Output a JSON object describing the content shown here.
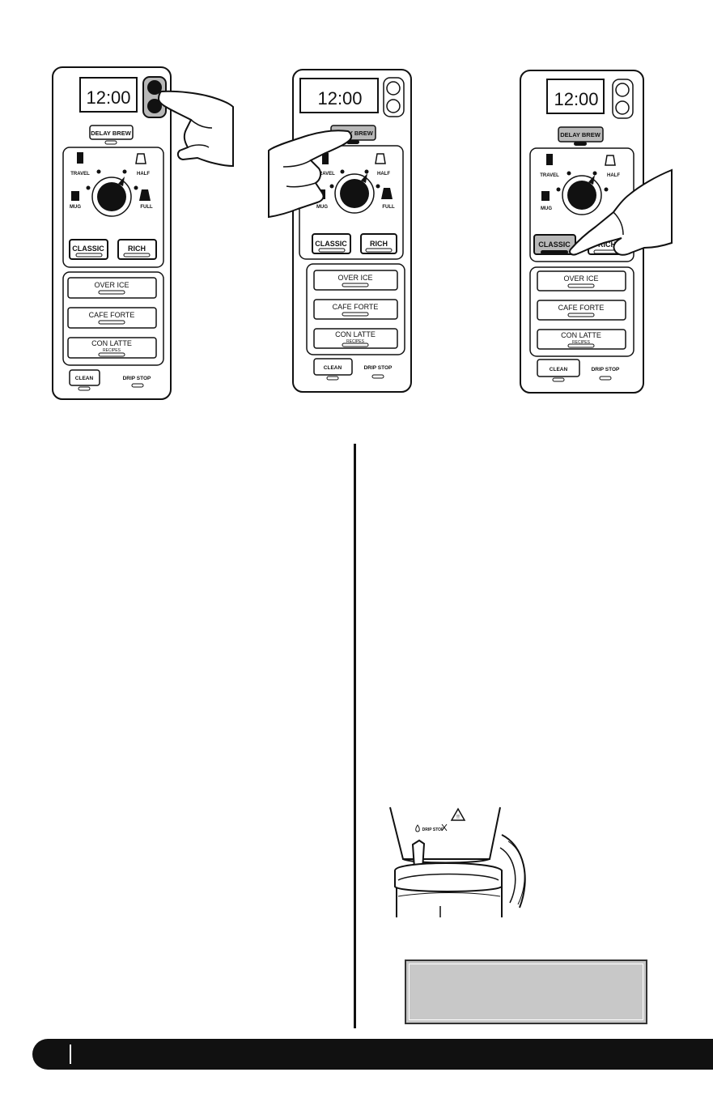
{
  "panels": [
    {
      "clock": "12:00",
      "delay_brew": "DELAY BREW",
      "size_labels": {
        "travel": "TRAVEL",
        "half": "HALF",
        "mug": "MUG",
        "full": "FULL"
      },
      "classic": "CLASSIC",
      "rich": "RICH",
      "over_ice": "OVER ICE",
      "cafe_forte": "CAFE FORTE",
      "con_latte": "CON LATTE",
      "recipes": "RECIPES",
      "clean": "CLEAN",
      "drip_stop": "DRIP STOP"
    },
    {
      "clock": "12:00",
      "delay_brew": "DELAY BREW",
      "size_labels": {
        "travel": "TRAVEL",
        "half": "HALF",
        "mug": "MUG",
        "full": "FULL"
      },
      "classic": "CLASSIC",
      "rich": "RICH",
      "over_ice": "OVER ICE",
      "cafe_forte": "CAFE FORTE",
      "con_latte": "CON LATTE",
      "recipes": "RECIPES",
      "clean": "CLEAN",
      "drip_stop": "DRIP STOP"
    },
    {
      "clock": "12:00",
      "delay_brew": "DELAY BREW",
      "size_labels": {
        "travel": "TRAVEL",
        "half": "HALF",
        "mug": "MUG",
        "full": "FULL"
      },
      "classic": "CLASSIC",
      "rich": "RICH",
      "over_ice": "OVER ICE",
      "cafe_forte": "CAFE FORTE",
      "con_latte": "CON LATTE",
      "recipes": "RECIPES",
      "clean": "CLEAN",
      "drip_stop": "DRIP STOP"
    }
  ],
  "drip_stop_figure": {
    "label": "DRIP STOP"
  },
  "colors": {
    "ink": "#111111",
    "highlight": "#b8b8b8",
    "box_fill": "#c8c8c8"
  }
}
